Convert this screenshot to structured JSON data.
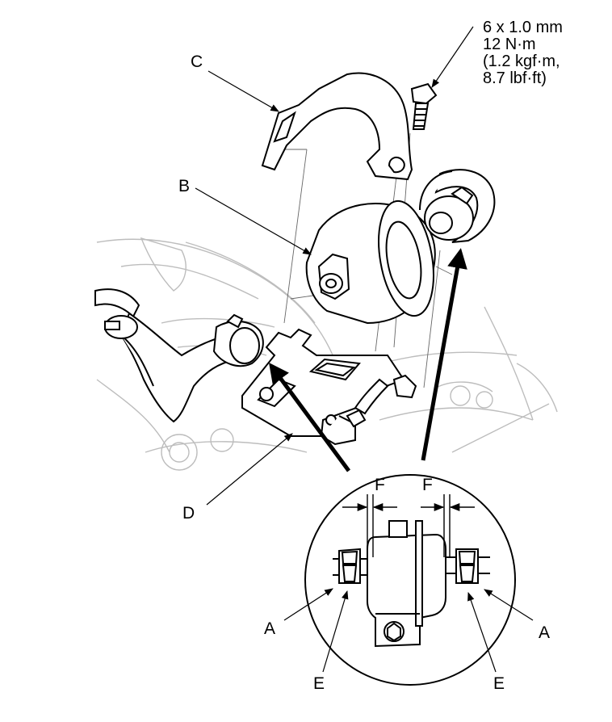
{
  "spec": {
    "line1": "6 x 1.0 mm",
    "line2": "12 N·m",
    "line3": "(1.2 kgf·m,",
    "line4": "8.7 lbf·ft)"
  },
  "labels": {
    "a_left": "A",
    "a_right": "A",
    "b": "B",
    "c": "C",
    "d": "D",
    "e_left": "E",
    "e_right": "E",
    "f_left": "F",
    "f_right": "F"
  }
}
